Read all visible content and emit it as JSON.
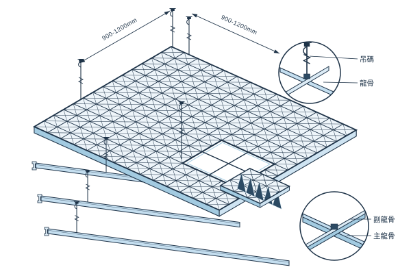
{
  "diagram": {
    "dimension_left": "900-1200mm",
    "dimension_right": "900-1200mm",
    "callouts": {
      "top": {
        "hanger": "吊碼",
        "keel": "龍骨"
      },
      "bottom": {
        "sub_keel": "副龍骨",
        "main_keel": "主龍骨"
      }
    },
    "colors": {
      "line": "#1e3348",
      "panel": "#eef5fa",
      "bar": "#c5dff0",
      "cap": "#ddecf6",
      "edgeDark": "#a3cbe1",
      "edgeLight": "#cfe4f2",
      "fin": "#2c4a63",
      "background": "#ffffff"
    }
  }
}
